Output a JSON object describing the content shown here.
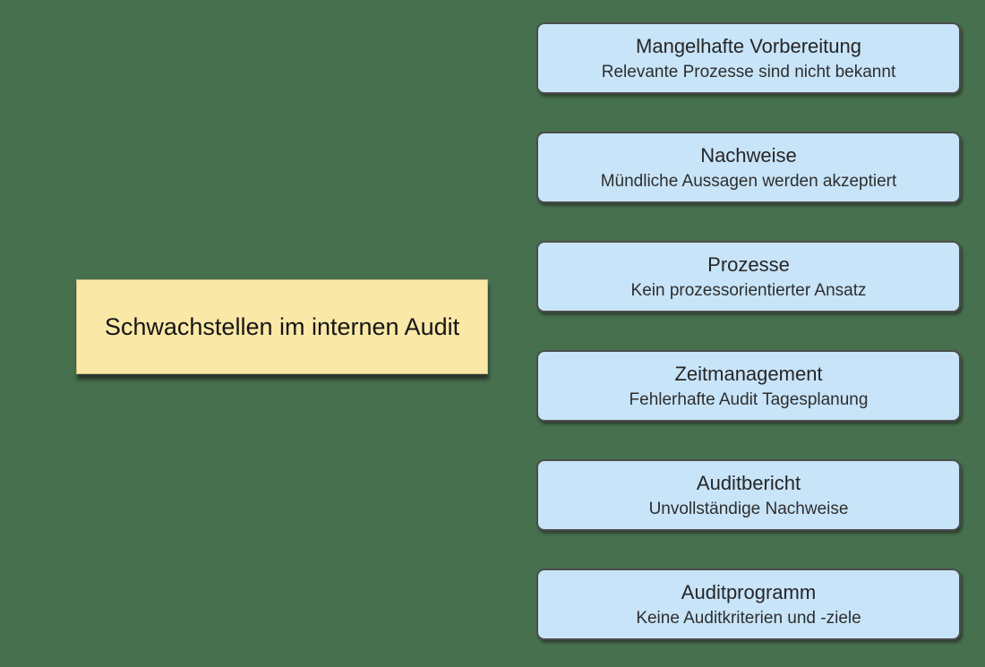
{
  "colors": {
    "background": "#47714E",
    "root_fill": "#FAE8A6",
    "node_fill": "#C8E4F8",
    "node_border": "#4D4D4D",
    "text": "#1E1E1E"
  },
  "root": {
    "label": "Schwachstellen im internen Audit"
  },
  "nodes": [
    {
      "title": "Mangelhafte Vorbereitung",
      "subtitle": "Relevante Prozesse sind nicht bekannt"
    },
    {
      "title": "Nachweise",
      "subtitle": "Mündliche Aussagen werden akzeptiert"
    },
    {
      "title": "Prozesse",
      "subtitle": "Kein prozessorientierter Ansatz"
    },
    {
      "title": "Zeitmanagement",
      "subtitle": "Fehlerhafte Audit Tagesplanung"
    },
    {
      "title": "Auditbericht",
      "subtitle": "Unvollständige Nachweise"
    },
    {
      "title": "Auditprogramm",
      "subtitle": "Keine Auditkriterien und -ziele"
    }
  ]
}
